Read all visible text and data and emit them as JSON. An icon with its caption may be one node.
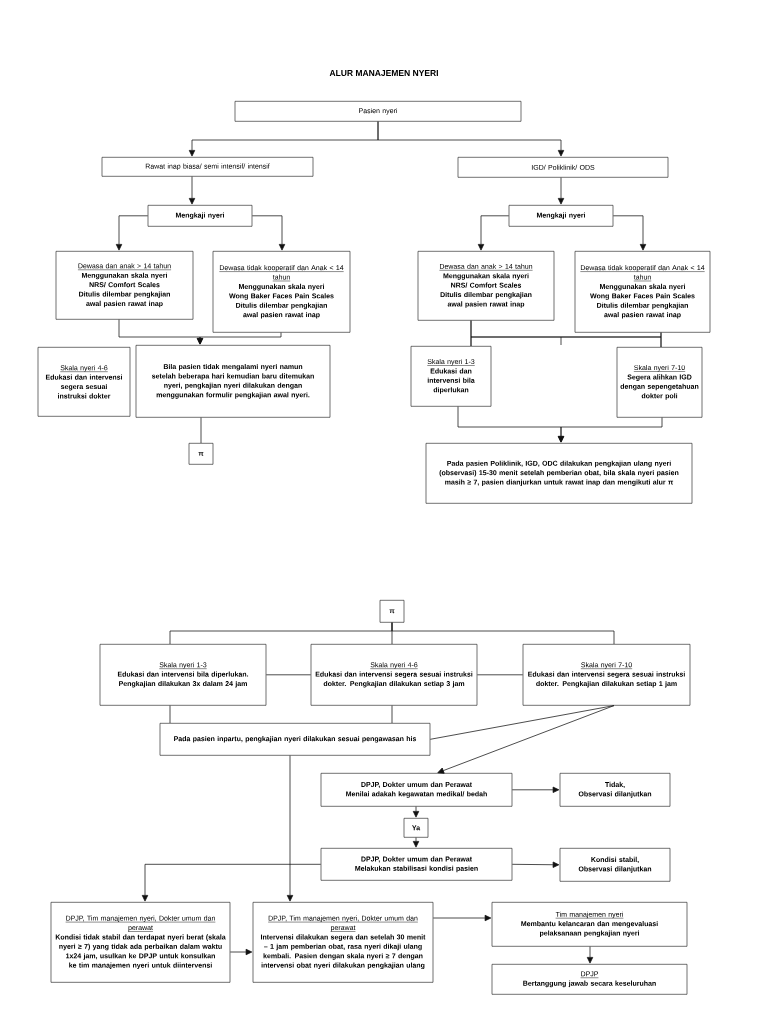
{
  "diagram": {
    "title": "ALUR MANAJEMEN NYERI",
    "nodes": [
      {
        "text": [
          "Pasien nyeri"
        ]
      },
      {
        "text": [
          "Rawat inap biasa/ semi intensif/ intensif"
        ]
      },
      {
        "text": [
          "IGD/ Poliklinik/ ODS"
        ]
      },
      {
        "text": [
          "Mengkaji nyeri"
        ]
      },
      {
        "text": [
          "Mengkaji nyeri"
        ]
      },
      {
        "text": [
          "Dewasa dan anak > 14 tahun",
          "Menggunakan skala nyeri NRS/ Comfort Scales",
          "Ditulis dilembar pengkajian awal pasien rawat inap"
        ]
      },
      {
        "text": [
          "Dewasa tidak kooperatif dan Anak < 14 tahun",
          "Menggunakan skala nyeri Wong Baker Faces Pain Scales",
          "Ditulis dilembar pengkajian awal pasien rawat inap"
        ]
      },
      {
        "text": [
          "Dewasa dan anak > 14 tahun",
          "Menggunakan skala nyeri NRS/ Comfort Scales",
          "Ditulis dilembar pengkajian awal pasien rawat inap"
        ]
      },
      {
        "text": [
          "Dewasa tidak kooperatif dan Anak < 14 tahun",
          "Menggunakan skala nyeri Wong Baker Faces Pain Scales",
          "Ditulis dilembar pengkajian awal pasien rawat inap"
        ]
      },
      {
        "text": [
          "Skala nyeri 4-6",
          "Edukasi dan intervensi segera sesuai instruksi dokter"
        ]
      },
      {
        "text": [
          "Bila pasien tidak mengalami nyeri namun setelah beberapa hari kemudian baru ditemukan nyeri, pengkajian nyeri dilakukan dengan menggunakan formulir pengkajian awal nyeri."
        ]
      },
      {
        "text": [
          "Skala nyeri 1-3",
          "Edukasi dan intervensi bila diperlukan"
        ]
      },
      {
        "text": [
          "Skala nyeri 7-10",
          "Segera alihkan IGD dengan sepengetahuan dokter poli"
        ]
      },
      {
        "text": [
          "π"
        ]
      },
      {
        "text": [
          "Pada pasien Poliklinik, IGD, ODC dilakukan pengkajian ulang nyeri (observasi) 15-30 menit setelah pemberian obat, bila skala nyeri pasien masih ≥ 7, pasien dianjurkan untuk rawat inap dan mengikuti alur π"
        ]
      },
      {
        "text": [
          "π"
        ]
      },
      {
        "text": [
          "Skala nyeri 1-3",
          "Edukasi dan intervensi bila diperlukan. Pengkajian dilakukan 3x dalam 24 jam"
        ]
      },
      {
        "text": [
          "Skala nyeri 4-6",
          "Edukasi dan intervensi segera sesuai instruksi dokter. Pengkajian dilakukan setiap 3 jam"
        ]
      },
      {
        "text": [
          "Skala nyeri 7-10",
          "Edukasi dan intervensi segera sesuai instruksi dokter. Pengkajian dilakukan setiap 1 jam"
        ]
      },
      {
        "text": [
          "Pada pasien inpartu, pengkajian nyeri dilakukan sesuai pengawasan his"
        ]
      },
      {
        "text": [
          "DPJP, Dokter umum dan Perawat",
          "Menilai adakah kegawatan medikal/ bedah"
        ]
      },
      {
        "text": [
          "Tidak,",
          "Observasi dilanjutkan"
        ]
      },
      {
        "text": [
          "Ya"
        ]
      },
      {
        "text": [
          "DPJP, Dokter umum dan Perawat",
          "Melakukan stabilisasi kondisi pasien"
        ]
      },
      {
        "text": [
          "Kondisi stabil,",
          "Observasi dilanjutkan"
        ]
      },
      {
        "text": [
          "DPJP, Tim manajemen nyeri, Dokter umum dan perawat",
          "Kondisi tidak stabil dan terdapat nyeri berat (skala nyeri ≥ 7) yang tidak ada perbaikan dalam waktu 1x24 jam, usulkan ke DPJP untuk konsulkan ke tim manajemen nyeri untuk diintervensi"
        ]
      },
      {
        "text": [
          "DPJP, Tim manajemen nyeri, Dokter umum dan perawat",
          "Intervensi dilakukan segera dan setelah 30 menit – 1 jam pemberian obat, rasa nyeri dikaji ulang kembali. Pasien dengan skala nyeri ≥ 7 dengan intervensi obat nyeri dilakukan pengkajian ulang"
        ]
      },
      {
        "text": [
          "Tim manajemen nyeri",
          "Membantu kelancaran dan mengevaluasi pelaksanaan pengkajian nyeri"
        ]
      },
      {
        "text": [
          "DPJP",
          "Bertanggung jawab secara keseluruhan"
        ]
      }
    ],
    "edges": [
      {
        "from": 0,
        "to": 1,
        "arrow": "to"
      },
      {
        "from": 0,
        "to": 2,
        "arrow": "to"
      },
      {
        "from": 1,
        "to": 3,
        "arrow": "to"
      },
      {
        "from": 2,
        "to": 4,
        "arrow": "to"
      },
      {
        "from": 3,
        "to": 5,
        "arrow": "to"
      },
      {
        "from": 3,
        "to": 6,
        "arrow": "to"
      },
      {
        "from": 4,
        "to": 7,
        "arrow": "to"
      },
      {
        "from": 4,
        "to": 8,
        "arrow": "to"
      },
      {
        "from": 5,
        "to": 10,
        "arrow": "to"
      },
      {
        "from": 6,
        "to": 10,
        "arrow": "to"
      },
      {
        "from": 7,
        "to": 11,
        "arrow": "none"
      },
      {
        "from": 7,
        "to": 12,
        "arrow": "none"
      },
      {
        "from": 8,
        "to": 12,
        "arrow": "none"
      },
      {
        "from": 8,
        "to": 11,
        "arrow": "none"
      },
      {
        "from": 10,
        "to": 13,
        "arrow": "none"
      },
      {
        "from": 11,
        "to": 14,
        "arrow": "to"
      },
      {
        "from": 12,
        "to": 14,
        "arrow": "to"
      },
      {
        "from": 15,
        "to": 16,
        "arrow": "none"
      },
      {
        "from": 15,
        "to": 17,
        "arrow": "none"
      },
      {
        "from": 15,
        "to": 18,
        "arrow": "none"
      },
      {
        "from": 16,
        "to": 17,
        "arrow": "none"
      },
      {
        "from": 17,
        "to": 18,
        "arrow": "none"
      },
      {
        "from": 16,
        "to": 19,
        "arrow": "none"
      },
      {
        "from": 17,
        "to": 19,
        "arrow": "none"
      },
      {
        "from": 18,
        "to": 19,
        "arrow": "none"
      },
      {
        "from": 18,
        "to": 20,
        "arrow": "to"
      },
      {
        "from": 20,
        "to": 21,
        "arrow": "to"
      },
      {
        "from": 20,
        "to": 22,
        "arrow": "to"
      },
      {
        "from": 22,
        "to": 23,
        "arrow": "to"
      },
      {
        "from": 23,
        "to": 24,
        "arrow": "to"
      },
      {
        "from": 23,
        "to": 25,
        "arrow": "to"
      },
      {
        "from": 19,
        "to": 26,
        "arrow": "to"
      },
      {
        "from": 25,
        "to": 26,
        "arrow": "to"
      },
      {
        "from": 26,
        "to": 27,
        "arrow": "to"
      },
      {
        "from": 27,
        "to": 28,
        "arrow": "to"
      }
    ]
  }
}
